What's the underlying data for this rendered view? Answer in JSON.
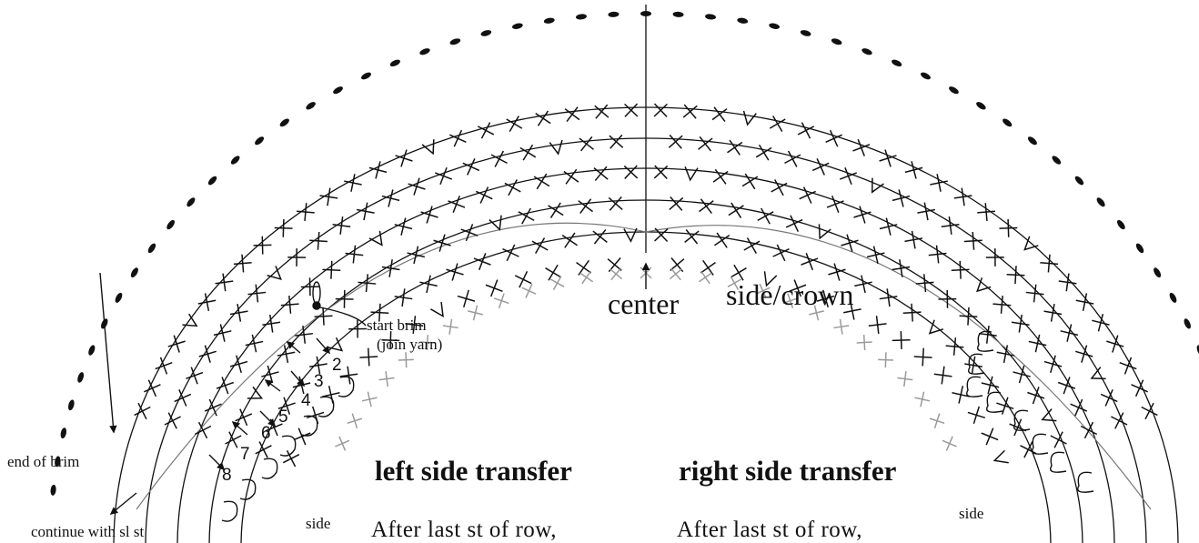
{
  "labels": {
    "center": "center",
    "side_crown": "side/crown",
    "start_brim": "start brim",
    "join_yarn": "(join yarn)",
    "end_of_brim": "end of brim",
    "continue": "continue with sl st",
    "left_title": "left side transfer",
    "right_title": "right side transfer",
    "left_body": "After last st of row,",
    "right_body": "After last st of row,",
    "side_left": "side",
    "side_right": "side"
  },
  "row_numbers": [
    "2",
    "3",
    "4",
    "5",
    "6",
    "7",
    "8"
  ],
  "colors": {
    "ink": "#111111",
    "faded": "#9a9a9a"
  },
  "icons": [
    "arrow-up-icon",
    "row-direction-arrow-icon",
    "turn-loop-icon",
    "yarn-knot-icon"
  ]
}
